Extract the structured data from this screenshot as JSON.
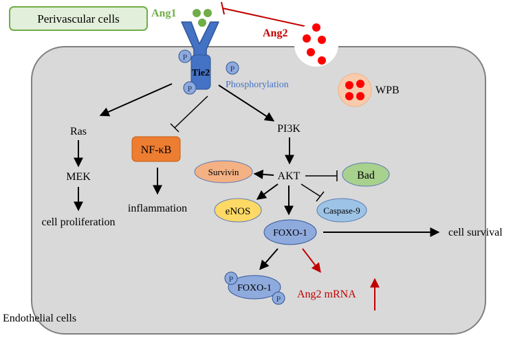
{
  "colors": {
    "cell_fill": "#d9d9d9",
    "cell_stroke": "#7f7f7f",
    "perivascular_fill": "#e2efda",
    "perivascular_stroke": "#70ad47",
    "ang1_green": "#70ad47",
    "ang2_red": "#c00000",
    "dot_red": "#ff0000",
    "receptor_blue": "#4472c4",
    "phospho_blue": "#4472c4",
    "nfkb_orange": "#ed7d31",
    "survivin_fill": "#f4b183",
    "bad_fill": "#a9d18e",
    "enos_fill": "#ffd966",
    "caspase_fill": "#9dc3e6",
    "foxo_fill": "#8faadc",
    "wpb_fill": "#f8cbad",
    "p_fill": "#8faadc"
  },
  "labels": {
    "perivascular": "Perivascular  cells",
    "ang1": "Ang1",
    "ang2": "Ang2",
    "tie2": "Tie2",
    "phosphorylation": "Phosphorylation",
    "p": "P",
    "wpb": "WPB",
    "ras": "Ras",
    "mek": "MEK",
    "cell_proliferation": "cell proliferation",
    "nfkb": "NF-κB",
    "inflammation": "inflammation",
    "pi3k": "PI3K",
    "akt": "AKT",
    "survivin": "Survivin",
    "bad": "Bad",
    "enos": "eNOS",
    "caspase9": "Caspase-9",
    "foxo1": "FOXO-1",
    "foxo1_p": "FOXO-1",
    "ang2_mrna": "Ang2 mRNA",
    "cell_survival": "cell survival",
    "endothelial": "Endothelial cells"
  }
}
